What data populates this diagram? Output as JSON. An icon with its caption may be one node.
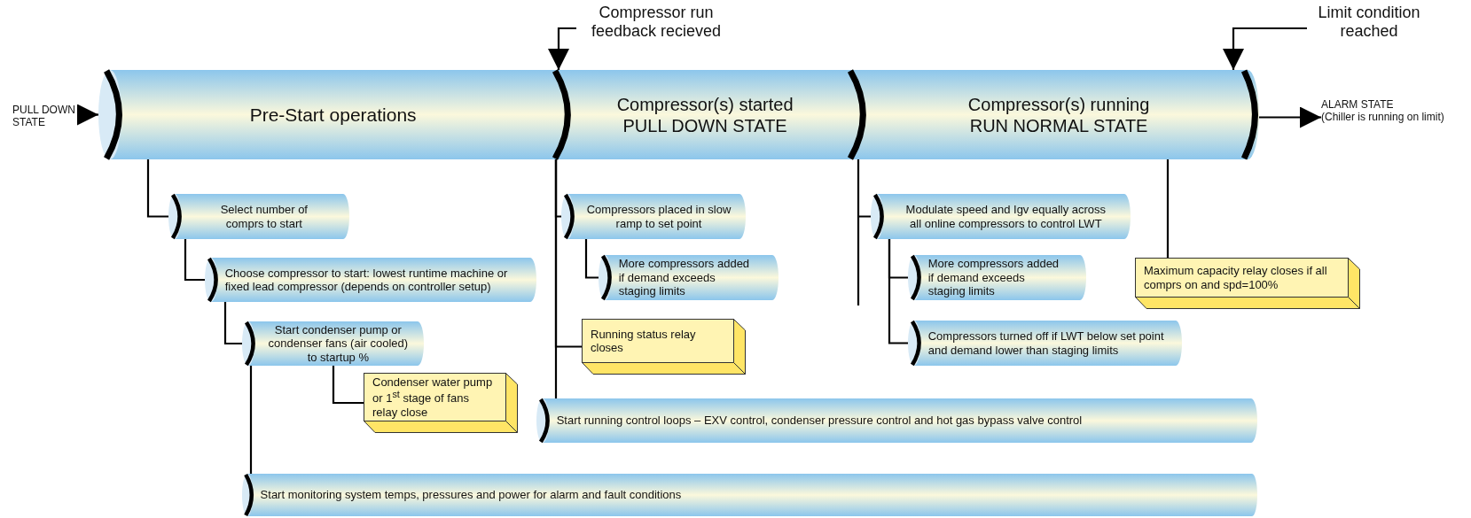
{
  "diagram": {
    "nodes": [
      {
        "text": [
          "PULL DOWN STATE"
        ]
      },
      {
        "text": [
          "Pre-Start operations"
        ]
      },
      {
        "text": [
          "Compressor(s) started PULL DOWN STATE"
        ]
      },
      {
        "text": [
          "Compressor(s) running RUN NORMAL STATE"
        ]
      },
      {
        "text": [
          "Compressor run feedback recieved"
        ]
      },
      {
        "text": [
          "Limit condition reached"
        ]
      },
      {
        "text": [
          "ALARM STATE",
          "(Chiller is running on limit)"
        ]
      },
      {
        "text": [
          "Select number of comprs to start"
        ]
      },
      {
        "text": [
          "Choose compressor to start: lowest runtime machine or fixed lead compressor (depends on controller setup)"
        ]
      },
      {
        "text": [
          "Start condenser pump or condenser fans (air cooled) to startup %"
        ]
      },
      {
        "text": [
          "Condenser water pump or 1$^{st}$ stage of fans relay close"
        ]
      },
      {
        "text": [
          "Start monitoring system temps, pressures and power for alarm and fault conditions"
        ]
      },
      {
        "text": [
          "Compressors placed in slow ramp to set point"
        ]
      },
      {
        "text": [
          "More compressors added if demand exceeds staging limits"
        ]
      },
      {
        "text": [
          "Running status relay closes"
        ]
      },
      {
        "text": [
          "Start running control loops – EXV control, condenser pressure control and hot gas bypass valve control"
        ]
      },
      {
        "text": [
          "Modulate speed and Igv equally across all online compressors to control LWT"
        ]
      },
      {
        "text": [
          "More compressors added if demand exceeds staging limits"
        ]
      },
      {
        "text": [
          "Compressors turned off if LWT below set point and demand lower than staging limits"
        ]
      },
      {
        "text": [
          "Maximum capacity relay closes if all comprs on and spd=100%"
        ]
      }
    ],
    "edges": [
      {
        "from": 0,
        "to": 1,
        "arrow": "to"
      },
      {
        "from": 4,
        "to": 2,
        "arrow": "to"
      },
      {
        "from": 5,
        "to": 3,
        "arrow": "to"
      },
      {
        "from": 3,
        "to": 6,
        "arrow": "to"
      },
      {
        "from": 1,
        "to": 7,
        "arrow": "none"
      },
      {
        "from": 7,
        "to": 8,
        "arrow": "none"
      },
      {
        "from": 8,
        "to": 9,
        "arrow": "none"
      },
      {
        "from": 9,
        "to": 10,
        "arrow": "none"
      },
      {
        "from": 9,
        "to": 11,
        "arrow": "none"
      },
      {
        "from": 2,
        "to": 12,
        "arrow": "none"
      },
      {
        "from": 12,
        "to": 13,
        "arrow": "none"
      },
      {
        "from": 2,
        "to": 14,
        "arrow": "none"
      },
      {
        "from": 2,
        "to": 15,
        "arrow": "none"
      },
      {
        "from": 3,
        "to": 16,
        "arrow": "none"
      },
      {
        "from": 16,
        "to": 17,
        "arrow": "none"
      },
      {
        "from": 16,
        "to": 18,
        "arrow": "none"
      },
      {
        "from": 3,
        "to": 19,
        "arrow": "none"
      }
    ]
  }
}
